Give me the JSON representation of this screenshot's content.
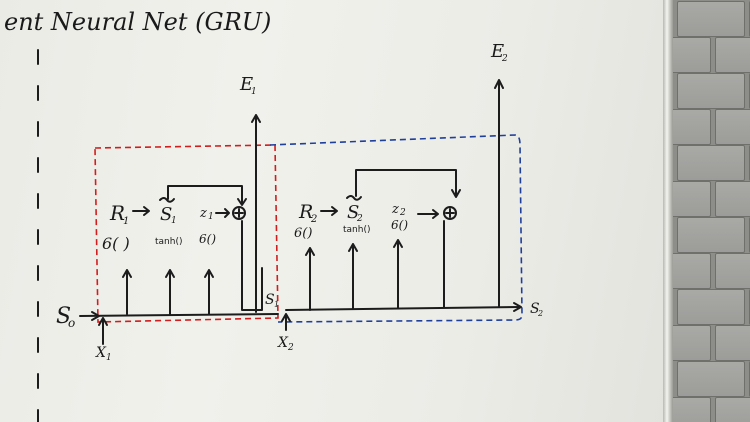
{
  "title": "ent Neural Net (GRU)",
  "input_left": "S",
  "input_left_sub": "o",
  "cell1": {
    "output_label": "E",
    "output_sub": "1",
    "reset_label": "R",
    "reset_sub": "1",
    "cand_label": "S",
    "cand_sub": "1",
    "update_label": "z",
    "update_sub": "1",
    "reset_fn": "6( )",
    "cand_fn": "tanh()",
    "update_fn": "6()",
    "state_out": "S",
    "state_sub": "1",
    "input_label": "X",
    "input_sub": "1"
  },
  "cell2": {
    "output_label": "E",
    "output_sub": "2",
    "reset_label": "R",
    "reset_sub": "2",
    "cand_label": "S",
    "cand_sub": "2",
    "update_label": "z",
    "update_sub": "2",
    "reset_fn": "6()",
    "cand_fn": "tanh()",
    "update_fn": "6()",
    "state_out": "S",
    "state_sub": "2",
    "input_label": "X",
    "input_sub": "2"
  },
  "colors": {
    "ink": "#1c1c1c",
    "cell1_box": "#d11d1d",
    "cell2_box": "#1f3f9c",
    "board": "#efefea",
    "wall": "#9c9c99"
  }
}
